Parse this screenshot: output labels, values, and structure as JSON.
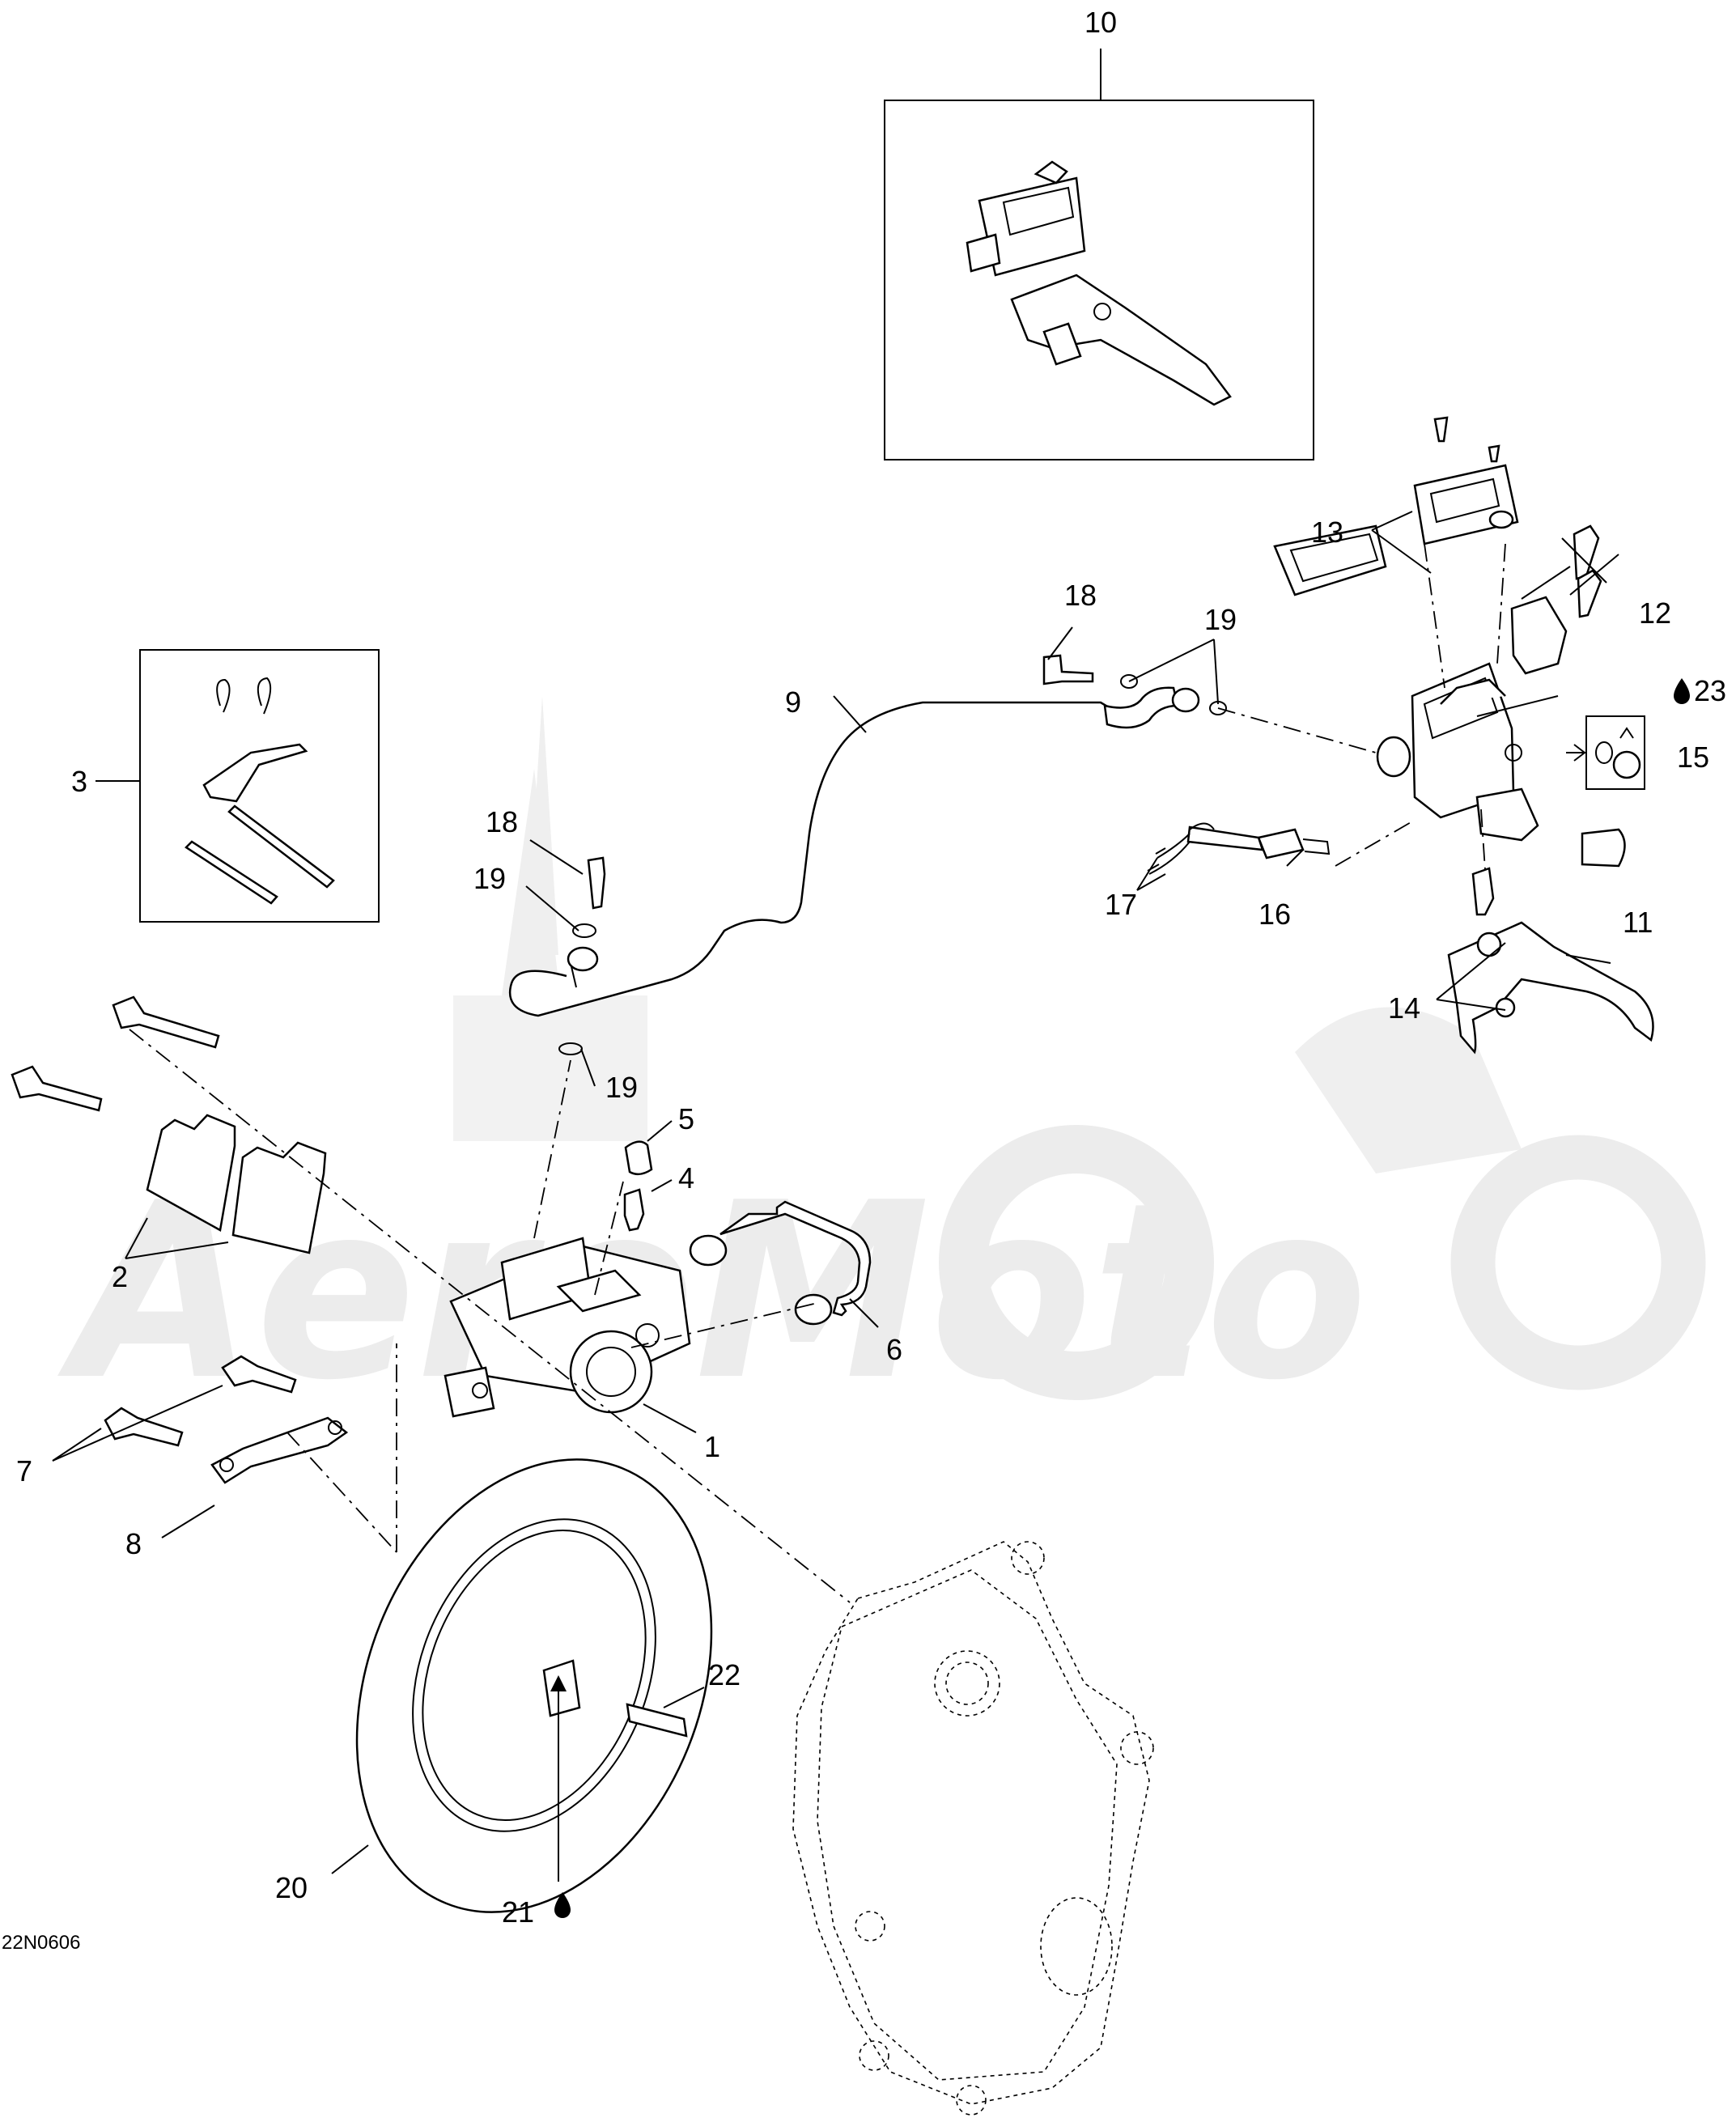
{
  "diagram_code": "22N0606",
  "watermark_text": "AeroMoto",
  "colors": {
    "line": "#000000",
    "background": "#ffffff",
    "watermark": "#ececec"
  },
  "callouts": {
    "c1": "1",
    "c2": "2",
    "c3": "3",
    "c4": "4",
    "c5": "5",
    "c6": "6",
    "c7": "7",
    "c8": "8",
    "c9": "9",
    "c10": "10",
    "c11": "11",
    "c12": "12",
    "c13": "13",
    "c14": "14",
    "c15": "15",
    "c16": "16",
    "c17": "17",
    "c18a": "18",
    "c18b": "18",
    "c19a": "19",
    "c19b": "19",
    "c19c": "19",
    "c20": "20",
    "c21": "21",
    "c22": "22",
    "c23": "23"
  },
  "icons": {
    "oil_drop": "oil-drop-icon",
    "arrow": "arrow-right-icon"
  }
}
